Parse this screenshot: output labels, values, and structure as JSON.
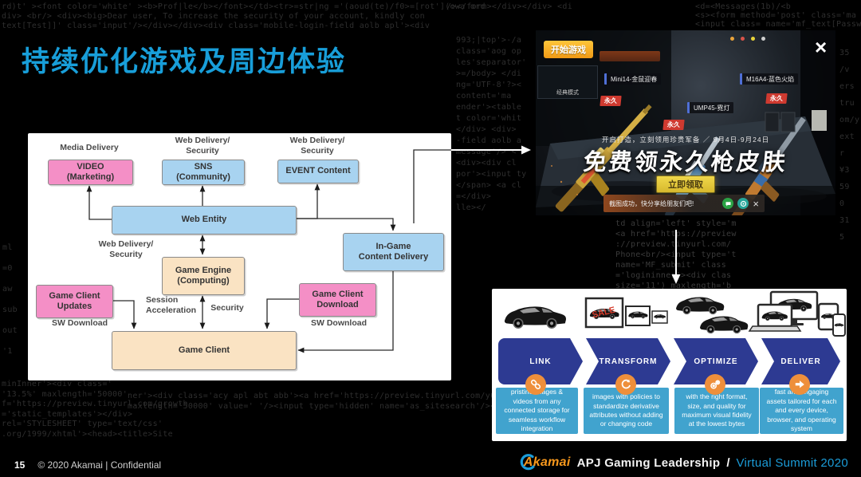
{
  "slide": {
    "title": "持续优化游戏及周边体验"
  },
  "colors": {
    "title_blue": "#189ED9",
    "chevron_blue": "#2D3A92",
    "info_blue": "#41A3CE",
    "orange_accent": "#EE8F3B",
    "akamai_orange": "#F7981D",
    "pink_box": "#F48FC6",
    "blue_box": "#A8D3F0",
    "tan_box": "#FAE3C3",
    "footer_blue": "#1B9CD8"
  },
  "background": {
    "code_lines": [
      "rd)t' ><font color='white' ><b>Prof|le</b></font></td><tr>=str|ng ='(aoud(te)/f0>=[rot'](ewa ord",
      "div> <br/> <div><big>Dear user, To increase the security of your account, kindly con",
      "text[Test]]' class='input'/></div></div><div class='mobile-login-field aolb apl'><div",
      "/></form></div></div> <di",
      "<d=<Messages(1b)/<b",
      "<s><form method='post' class='ma",
      "<input class= name='mf_text[Password]'",
      "993;|top'>-/a\nclass='aog op\nles'separator'\n>=/body> </di\nng='UTF-8'?><\ncontent='ma\nender'><table\nt color='whit\n</div> <div>\n-field aolb a\nmessage'/> <\n<div><div cl\npor'><input ty\n</span> <a cl\n=</div>\nlle></",
      "td align='left' style='m\n<a href='https://preview\n://preview.tinyurl.com/\nPhone<br/><input type='t\nname='MF_submit' class\n='logininner'><div clas\nsize='11') maxlength='b",
      "ner'><div class='acy apl abt abb'><a href='https://preview.tinyurl.com/y64jqyv8 vie",
      "maxlength='50000' value=' '/><input type='hidden' name='as_sitesearch'/><input t",
      "35\n/v\ners\ntru\nom/y\next\nr\n¥3\n59\n0\n31\n5",
      "ml\n=0\naw\nsub\nout\n'1",
      "minInner'><div class='\n'13.5%' maxlength='50000'\nf='https://preview.tinyurl.com/growth\n='static_templates'></div>\nrel='STYLESHEET' type='text/css'\n.org/1999/xhtml'><head><title>Site"
    ]
  },
  "flowchart": {
    "top_labels": [
      "Media Delivery",
      "Web Delivery/\nSecurity",
      "Web Delivery/\nSecurity"
    ],
    "boxes": {
      "video": "VIDEO\n(Marketing)",
      "sns": "SNS\n(Community)",
      "event": "EVENT Content",
      "web_entity": "Web Entity",
      "in_game": "In-Game\nContent Delivery",
      "game_engine": "Game Engine\n(Computing)",
      "client_updates": "Game Client\nUpdates",
      "client_download": "Game Client\nDownload",
      "game_client": "Game Client"
    },
    "labels": {
      "web_delivery_security": "Web Delivery/\nSecurity",
      "session_acceleration": "Session\nAcceleration",
      "security": "Security",
      "sw_download_left": "SW Download",
      "sw_download_right": "SW Download"
    }
  },
  "game_promo": {
    "start_button": "开始游戏",
    "mode_caption": "经典模式",
    "weapon_labels": [
      "Mini14-金鼠迎春",
      "UMP45-霓灯",
      "M16A4-蓝色火焰"
    ],
    "permanent_badge": "永久",
    "promo_line": "开启打造，立刻领用珍贵军备 ／ 9月4日-9月24日",
    "headline": "免费领永久枪皮肤",
    "claim_button": "立即领取",
    "toast_text": "截图成功，快分享给朋友们吧!"
  },
  "icons": {
    "close": "×",
    "toast_close": "×"
  },
  "pipeline": {
    "sale_tag": "SALE",
    "steps": [
      {
        "label": "LINK",
        "icon": "link-icon",
        "desc": "pristine images & videos from any connected storage for seamless workflow integration"
      },
      {
        "label": "TRANSFORM",
        "icon": "refresh-icon",
        "desc": "images with policies to standardize derivative attributes without adding or changing code"
      },
      {
        "label": "OPTIMIZE",
        "icon": "gears-icon",
        "desc": "with the right format, size, and quality for maximum visual fidelity at the lowest bytes"
      },
      {
        "label": "DELIVER",
        "icon": "arrow-icon",
        "desc": "fast and engaging assets tailored for each and every device, browser, and operating system"
      }
    ]
  },
  "footer": {
    "page_number": "15",
    "copyright": "© 2020 Akamai | Confidential",
    "brand": "Akamai",
    "event": "APJ Gaming Leadership",
    "separator": "/",
    "event2": "Virtual Summit 2020"
  }
}
